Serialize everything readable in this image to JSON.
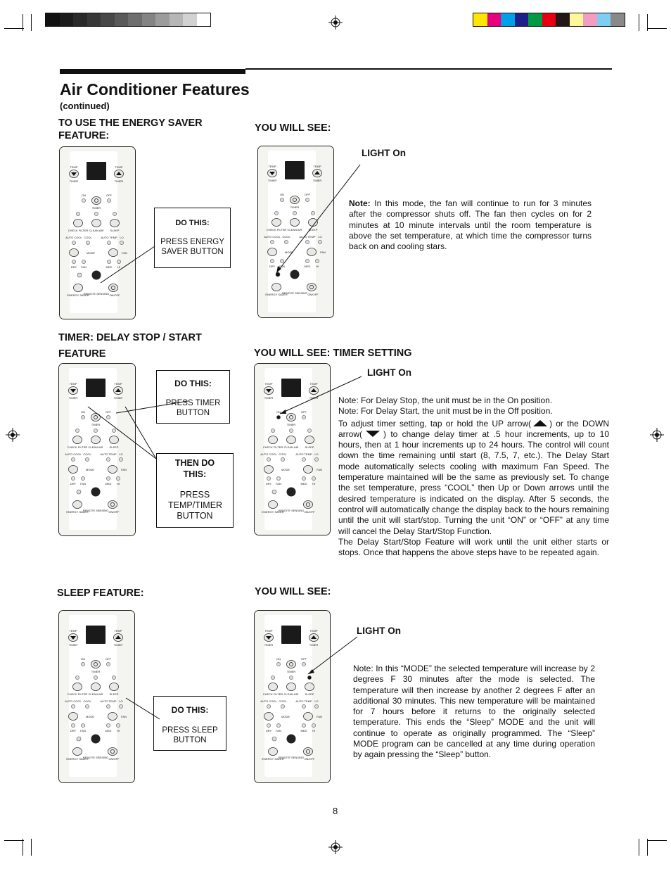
{
  "page": {
    "title": "Air Conditioner Features",
    "subtitle": "(continued)",
    "page_number": "8"
  },
  "color_bar_left": [
    "#111111",
    "#1c1c1c",
    "#2a2a2a",
    "#383838",
    "#484848",
    "#5a5a5a",
    "#6e6e6e",
    "#848484",
    "#9c9c9c",
    "#b6b6b6",
    "#d2d2d2",
    "#ffffff"
  ],
  "color_bar_right": [
    "#ffe600",
    "#e6007e",
    "#00a0e9",
    "#1d2088",
    "#009944",
    "#e60012",
    "#231815",
    "#fff799",
    "#f19ec2",
    "#7ecef4",
    "#898989"
  ],
  "section1": {
    "heading": "TO USE THE ENERGY SAVER FEATURE:",
    "result_heading": "YOU WILL SEE:",
    "light_label": "LIGHT On",
    "do_title": "DO THIS:",
    "do_text": "PRESS ENERGY SAVER BUTTON",
    "note_label": "Note:",
    "note_text": " In this mode, the fan will continue to run for 3 minutes after the compressor shuts off. The fan then cycles on for 2 minutes at 10 minute intervals until the room temperature is above the set temperature, at which time the compressor turns back on and cooling stars."
  },
  "section2": {
    "heading_line1": "TIMER: DELAY STOP / START",
    "heading_line2": "FEATURE",
    "result_heading": "YOU WILL SEE: TIMER SETTING",
    "light_label": "LIGHT On",
    "do_title": "DO THIS:",
    "do_text": "PRESS TIMER BUTTON",
    "then_title": "THEN DO THIS:",
    "then_text": "PRESS TEMP/TIMER BUTTON",
    "note_p1": "Note: For Delay Stop, the unit must be in the On position.",
    "note_p2": "Note: For Delay Start, the unit must be in the Off position.",
    "note_p3a": "To adjust timer setting, tap or hold the UP arrow(",
    "note_p3b": ") or the DOWN arrow(",
    "note_p3c": ") to change delay timer at .5 hour increments, up to 10 hours, then at 1 hour increments up to 24 hours. The control will count down the time remaining until start (8, 7.5, 7, etc.). The Delay Start mode automatically selects cooling with maximum Fan Speed. The temperature maintained will be the same as previously set. To change the set temperature, press “COOL” then Up or Down arrows until the desired temperature is indicated on the display. After 5 seconds, the control will automatically change the display back to the hours remaining until the unit will start/stop. Turning the unit “ON” or “OFF” at any time will cancel the Delay Start/Stop Function.",
    "note_p4": "The Delay Start/Stop Feature will work until the unit either starts or stops. Once that happens the above steps have to be repeated again."
  },
  "section3": {
    "heading": "SLEEP FEATURE:",
    "result_heading": "YOU WILL SEE:",
    "light_label": "LIGHT On",
    "do_title": "DO THIS:",
    "do_text": "PRESS SLEEP BUTTON",
    "note_text": "Note: In this “MODE” the selected temperature will increase by 2 degrees F 30 minutes after the mode is selected. The temperature will then increase by another 2 degrees F after an additional 30 minutes. This new temperature will be maintained for 7 hours before it returns to the originally selected temperature. This ends the “Sleep” MODE and the unit will continue to operate as originally programmed. The “Sleep” MODE program can be cancelled at any time during operation by again pressing the “Sleep” button."
  },
  "panel_labels": {
    "temp": "TEMP",
    "timer": "TIMER",
    "on": "ON",
    "off": "OFF",
    "check_filter": "CHECK FILTER",
    "clean_air": "CLEAN AIR",
    "sleep": "SLEEP",
    "auto_cool": "AUTO COOL",
    "cool": "COOL",
    "auto_temp": "AUTO TEMP",
    "lo": "LO",
    "mode": "MODE",
    "fan": "FAN",
    "dry": "DRY",
    "med": "MED",
    "hi": "HI",
    "energy_saver": "ENERGY SAVER",
    "remote_sensing": "REMOTE SENSING",
    "on_off": "ON/OFF"
  }
}
